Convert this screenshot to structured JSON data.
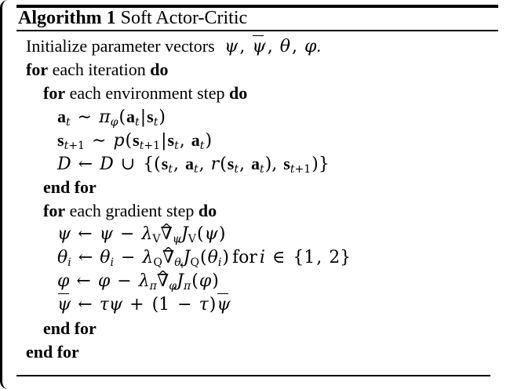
{
  "algorithm": {
    "caption_label": "Algorithm 1",
    "caption_title": "Soft Actor-Critic",
    "lines": [
      {
        "id": "line-init",
        "indent": 1,
        "kind": "statement",
        "text": "Initialize parameter vectors ψ, ψ̄, θ, φ."
      },
      {
        "id": "line-for-iteration",
        "indent": 1,
        "kind": "control",
        "text": "for each iteration do",
        "keywords": [
          "for",
          "do"
        ]
      },
      {
        "id": "line-for-env-step",
        "indent": 2,
        "kind": "control",
        "text": "for each environment step do",
        "keywords": [
          "for",
          "do"
        ]
      },
      {
        "id": "line-sample-action",
        "indent": 3,
        "kind": "equation",
        "text": "a_t ~ π_φ(a_t|s_t)"
      },
      {
        "id": "line-sample-state",
        "indent": 3,
        "kind": "equation",
        "text": "s_{t+1} ~ p(s_{t+1}|s_t, a_t)"
      },
      {
        "id": "line-buffer-update",
        "indent": 3,
        "kind": "equation",
        "text": "D ← D ∪ {(s_t, a_t, r(s_t, a_t), s_{t+1})}"
      },
      {
        "id": "line-end-for-env",
        "indent": 2,
        "kind": "control",
        "text": "end for",
        "keywords": [
          "end for"
        ]
      },
      {
        "id": "line-for-grad-step",
        "indent": 2,
        "kind": "control",
        "text": "for each gradient step do",
        "keywords": [
          "for",
          "do"
        ]
      },
      {
        "id": "line-update-psi",
        "indent": 3,
        "kind": "equation",
        "text": "ψ ← ψ − λ_V ∇̂_ψ J_V(ψ)"
      },
      {
        "id": "line-update-theta",
        "indent": 3,
        "kind": "equation",
        "text": "θ_i ← θ_i − λ_Q ∇̂_{θ_i} J_Q(θ_i) for i ∈ {1, 2}"
      },
      {
        "id": "line-update-phi",
        "indent": 3,
        "kind": "equation",
        "text": "φ ← φ − λ_π ∇̂_φ J_π(φ)"
      },
      {
        "id": "line-update-psi-bar",
        "indent": 3,
        "kind": "equation",
        "text": "ψ̄ ← τψ + (1 − τ)ψ̄"
      },
      {
        "id": "line-end-for-grad",
        "indent": 2,
        "kind": "control",
        "text": "end for",
        "keywords": [
          "end for"
        ]
      },
      {
        "id": "line-end-for-iteration",
        "indent": 1,
        "kind": "control",
        "text": "end for",
        "keywords": [
          "end for"
        ]
      }
    ],
    "keyword_labels": {
      "for": "for",
      "do": "do",
      "end_for": "end for",
      "each_iteration": "each iteration",
      "each_environment_step": "each environment step",
      "each_gradient_step": "each gradient step",
      "initialize_text": "Initialize parameter vectors",
      "for_i_in": "for",
      "period": "."
    },
    "symbols": {
      "psi": "ψ",
      "psi_bar": "ψ̄",
      "theta": "θ",
      "phi": "φ",
      "pi": "π",
      "tau": "τ",
      "lambda": "λ",
      "nabla_hat": "∇̂",
      "script_d": "D",
      "union": "∪",
      "sim": "∼",
      "leftarrow": "←",
      "in": "∈",
      "minus": "−",
      "plus": "+"
    },
    "colors": {
      "text": "#000000",
      "rule": "#000000",
      "background": "#ffffff"
    }
  }
}
